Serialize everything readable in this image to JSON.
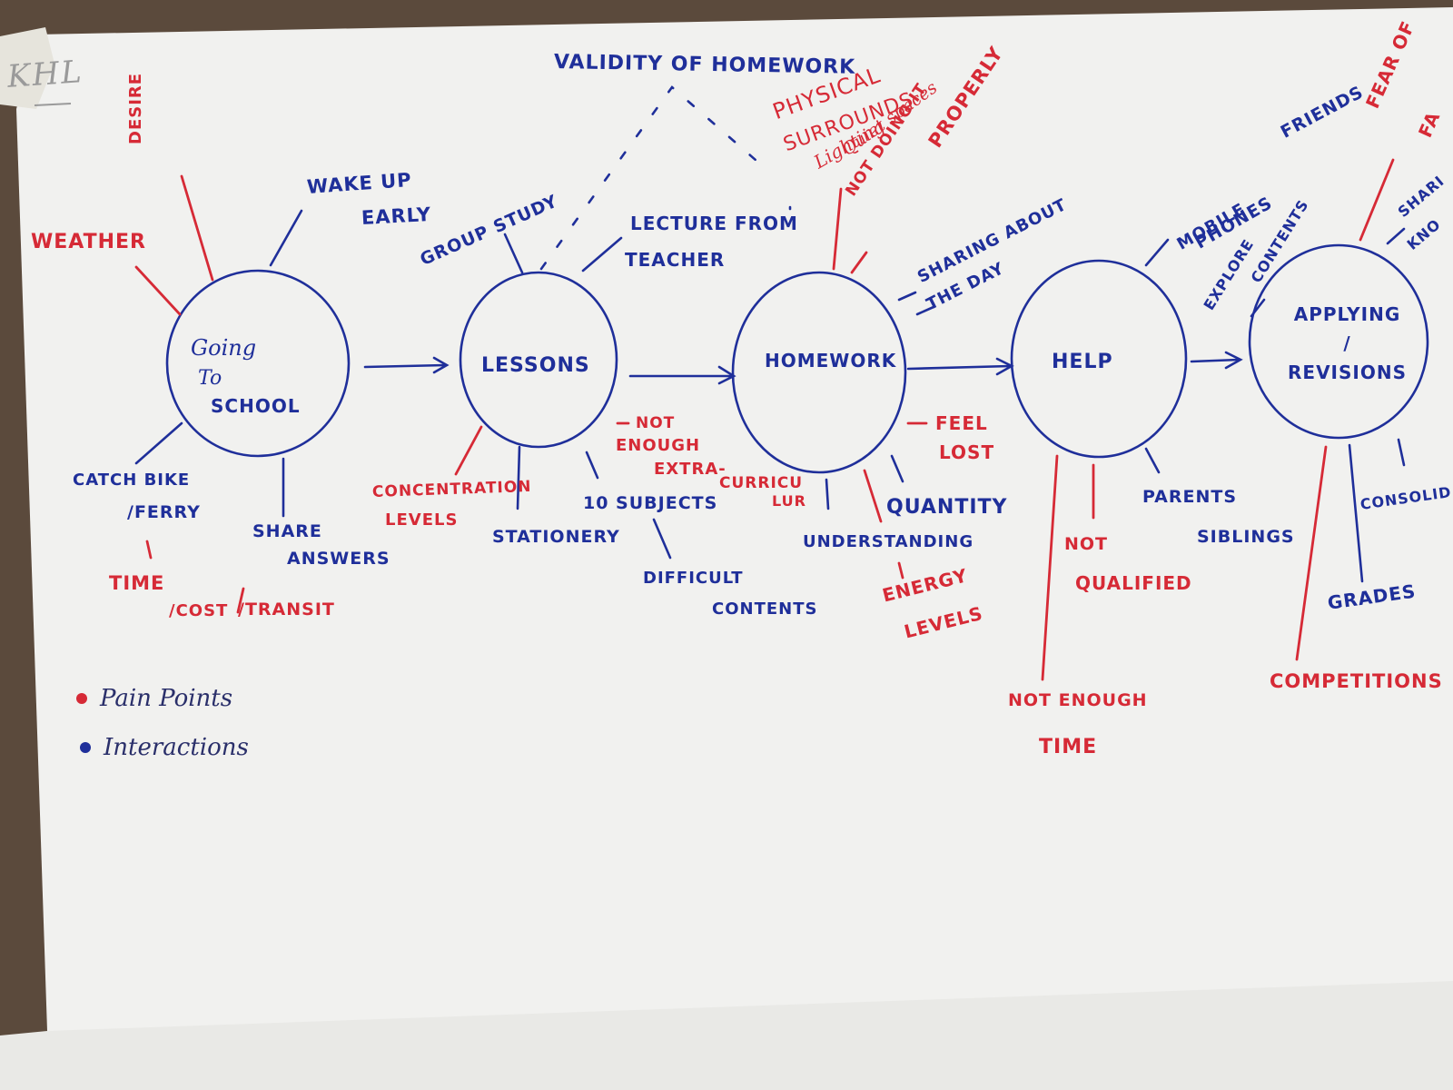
{
  "corner_mark": "KHL",
  "top_label": "VALIDITY OF HOMEWORK",
  "nodes": {
    "going": {
      "line1": "Going",
      "line2": "To",
      "line3": "SCHOOL"
    },
    "lessons": {
      "label": "LESSONS"
    },
    "homework": {
      "label": "HOMEWORK"
    },
    "help": {
      "label": "HELP"
    },
    "applying": {
      "line1": "APPLYING",
      "line2": "/",
      "line3": "REVISIONS"
    }
  },
  "interactions": {
    "wake_up": "WAKE UP",
    "early": "EARLY",
    "catch_bike": "CATCH BIKE",
    "ferry": "/FERRY",
    "share": "SHARE",
    "answers": "ANSWERS",
    "group_study": "GROUP STUDY",
    "lecture_from": "LECTURE FROM",
    "teacher": "TEACHER",
    "stationery": "STATIONERY",
    "ten_subjects": "10 SUBJECTS",
    "difficult": "DIFFICULT",
    "contents": "CONTENTS",
    "sharing_about": "SHARING ABOUT",
    "the_day": "THE DAY",
    "quantity": "QUANTITY",
    "understanding": "UNDERSTANDING",
    "mobile": "MOBILE",
    "friends": "FRIENDS",
    "phones": "PHONES",
    "explore": "EXPLORE",
    "explore_contents": "CONTENTS",
    "parents": "PARENTS",
    "siblings": "SIBLINGS",
    "sharing_knowledge_1": "SHARI",
    "sharing_knowledge_2": "KNO",
    "consolidate": "CONSOLID",
    "grades": "GRADES"
  },
  "pain_points": {
    "weather": "WEATHER",
    "desire": "DESIRE",
    "time": "TIME",
    "cost_transit_1": "/COST",
    "cost_transit_2": "/TRANSIT",
    "concentration": "CONCENTRATION",
    "levels": "LEVELS",
    "not_enough_1": "NOT",
    "not_enough_2": "ENOUGH",
    "extra": "EXTRA-",
    "curriculum_1": "CURRICU",
    "curriculum_2": "LUR",
    "physical": "PHYSICAL",
    "surrounds": "SURROUNDS",
    "lighting": "Lighting",
    "quiet_spaces": "Quiet spaces",
    "not_doing_it": "NOT DOING IT",
    "properly": "PROPERLY",
    "feel": "FEEL",
    "lost": "LOST",
    "energy": "ENERGY",
    "energy_levels": "LEVELS",
    "not_qualified_1": "NOT",
    "not_qualified_2": "QUALIFIED",
    "not_enough_time_1": "NOT ENOUGH",
    "not_enough_time_2": "TIME",
    "fear_of_1": "FEAR OF",
    "fear_of_2": "FA",
    "competitions": "COMPETITIONS"
  },
  "legend": {
    "pain_points": "Pain Points",
    "interactions": "Interactions"
  },
  "colors": {
    "blue_ink": "#1f2f9a",
    "red_ink": "#d62a36",
    "paper": "#f1f1ef"
  }
}
